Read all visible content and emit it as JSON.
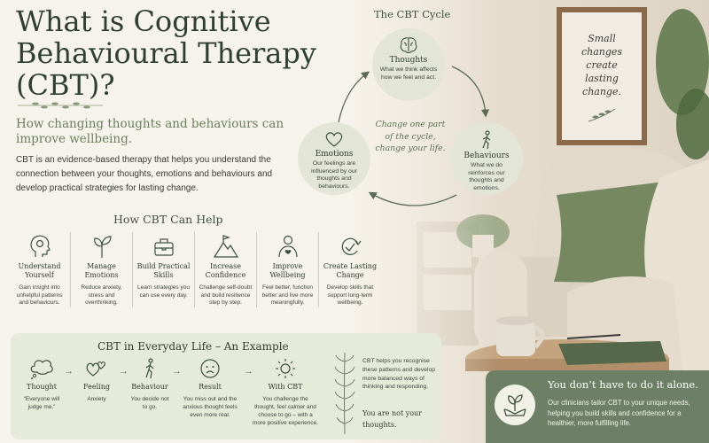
{
  "header": {
    "title": "What is Cognitive Behavioural Therapy (CBT)?",
    "subtitle": "How changing thoughts and behaviours can improve wellbeing.",
    "intro": "CBT is an evidence-based therapy that helps you understand the connection between your thoughts, emotions and behaviours and develop practical strategies for lasting change."
  },
  "cycle": {
    "title": "The CBT Cycle",
    "center": "Change one part of the cycle, change your life.",
    "nodes": [
      {
        "title": "Thoughts",
        "desc": "What we think affects how we feel and act.",
        "icon": "brain-icon"
      },
      {
        "title": "Behaviours",
        "desc": "What we do reinforces our thoughts and emotions.",
        "icon": "walking-person-icon"
      },
      {
        "title": "Emotions",
        "desc": "Our feelings are influenced by our thoughts and behaviours.",
        "icon": "heart-icon"
      }
    ]
  },
  "help": {
    "title": "How CBT Can Help",
    "items": [
      {
        "label": "Understand Yourself",
        "desc": "Gain insight into unhelpful patterns and behaviours.",
        "icon": "head-gear-icon"
      },
      {
        "label": "Manage Emotions",
        "desc": "Reduce anxiety, stress and overthinking.",
        "icon": "sprout-icon"
      },
      {
        "label": "Build Practical Skills",
        "desc": "Learn strategies you can use every day.",
        "icon": "toolbox-icon"
      },
      {
        "label": "Increase Confidence",
        "desc": "Challenge self-doubt and build resilience step by step.",
        "icon": "mountain-flag-icon"
      },
      {
        "label": "Improve Wellbeing",
        "desc": "Feel better, function better and live more meaningfully.",
        "icon": "person-heart-icon"
      },
      {
        "label": "Create Lasting Change",
        "desc": "Develop skills that support long-term wellbeing.",
        "icon": "cycle-check-icon"
      }
    ]
  },
  "example": {
    "title": "CBT in Everyday Life – An Example",
    "steps": [
      {
        "label": "Thought",
        "desc": "“Everyone will judge me.”",
        "icon": "thought-bubble-icon"
      },
      {
        "label": "Feeling",
        "desc": "Anxiety",
        "icon": "hearts-icon"
      },
      {
        "label": "Behaviour",
        "desc": "You decide not to go.",
        "icon": "walking-icon"
      },
      {
        "label": "Result",
        "desc": "You miss out and the anxious thought feels even more real.",
        "icon": "sad-face-icon"
      },
      {
        "label": "With CBT",
        "desc": "You challenge the thought, feel calmer and choose to go – with a more positive experience.",
        "icon": "sun-icon"
      }
    ],
    "note": "CBT helps you recognise these patterns and develop more balanced ways of thinking and responding.",
    "note2": "You are not your thoughts."
  },
  "frame": {
    "quote": "Small changes create lasting change."
  },
  "support": {
    "title": "You don’t have to do it alone.",
    "desc": "Our clinicians tailor CBT to your unique needs, helping you build skills and confidence for a healthier, more fulfilling life.",
    "icon": "hands-sprout-icon"
  },
  "colors": {
    "accent": "#6d8065",
    "node_bg": "#e3e6d6",
    "background": "#f6f3ec",
    "heading": "#2f3f33"
  }
}
